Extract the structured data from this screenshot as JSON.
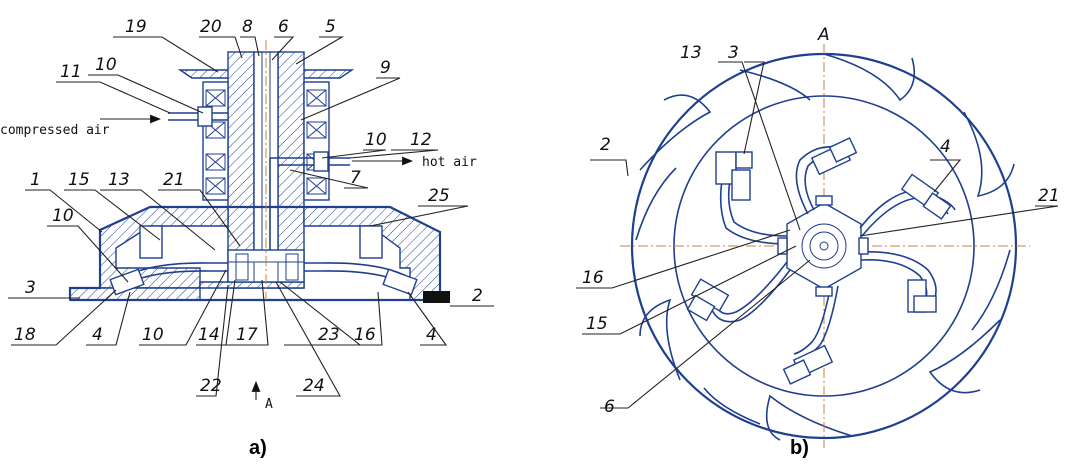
{
  "diagram": {
    "panel_a": {
      "caption": "a)",
      "view_marker": "A",
      "notes": {
        "compressed_air": "compressed air",
        "hot_air": "hot air"
      },
      "callouts": {
        "n1": "1",
        "n2": "2",
        "n3": "3",
        "n4_left": "4",
        "n4_right": "4",
        "n5": "5",
        "n6": "6",
        "n7": "7",
        "n8": "8",
        "n9": "9",
        "n10_top": "10",
        "n10_right": "10",
        "n10_left": "10",
        "n10_bottom": "10",
        "n11": "11",
        "n12": "12",
        "n13": "13",
        "n14": "14",
        "n15": "15",
        "n16": "16",
        "n17": "17",
        "n18": "18",
        "n19": "19",
        "n20": "20",
        "n21": "21",
        "n22": "22",
        "n23": "23",
        "n24": "24",
        "n25": "25"
      }
    },
    "panel_b": {
      "caption": "b)",
      "view_label": "A",
      "callouts": {
        "n2": "2",
        "n3": "3",
        "n4": "4",
        "n6": "6",
        "n13": "13",
        "n15": "15",
        "n16": "16",
        "n21": "21"
      }
    }
  }
}
